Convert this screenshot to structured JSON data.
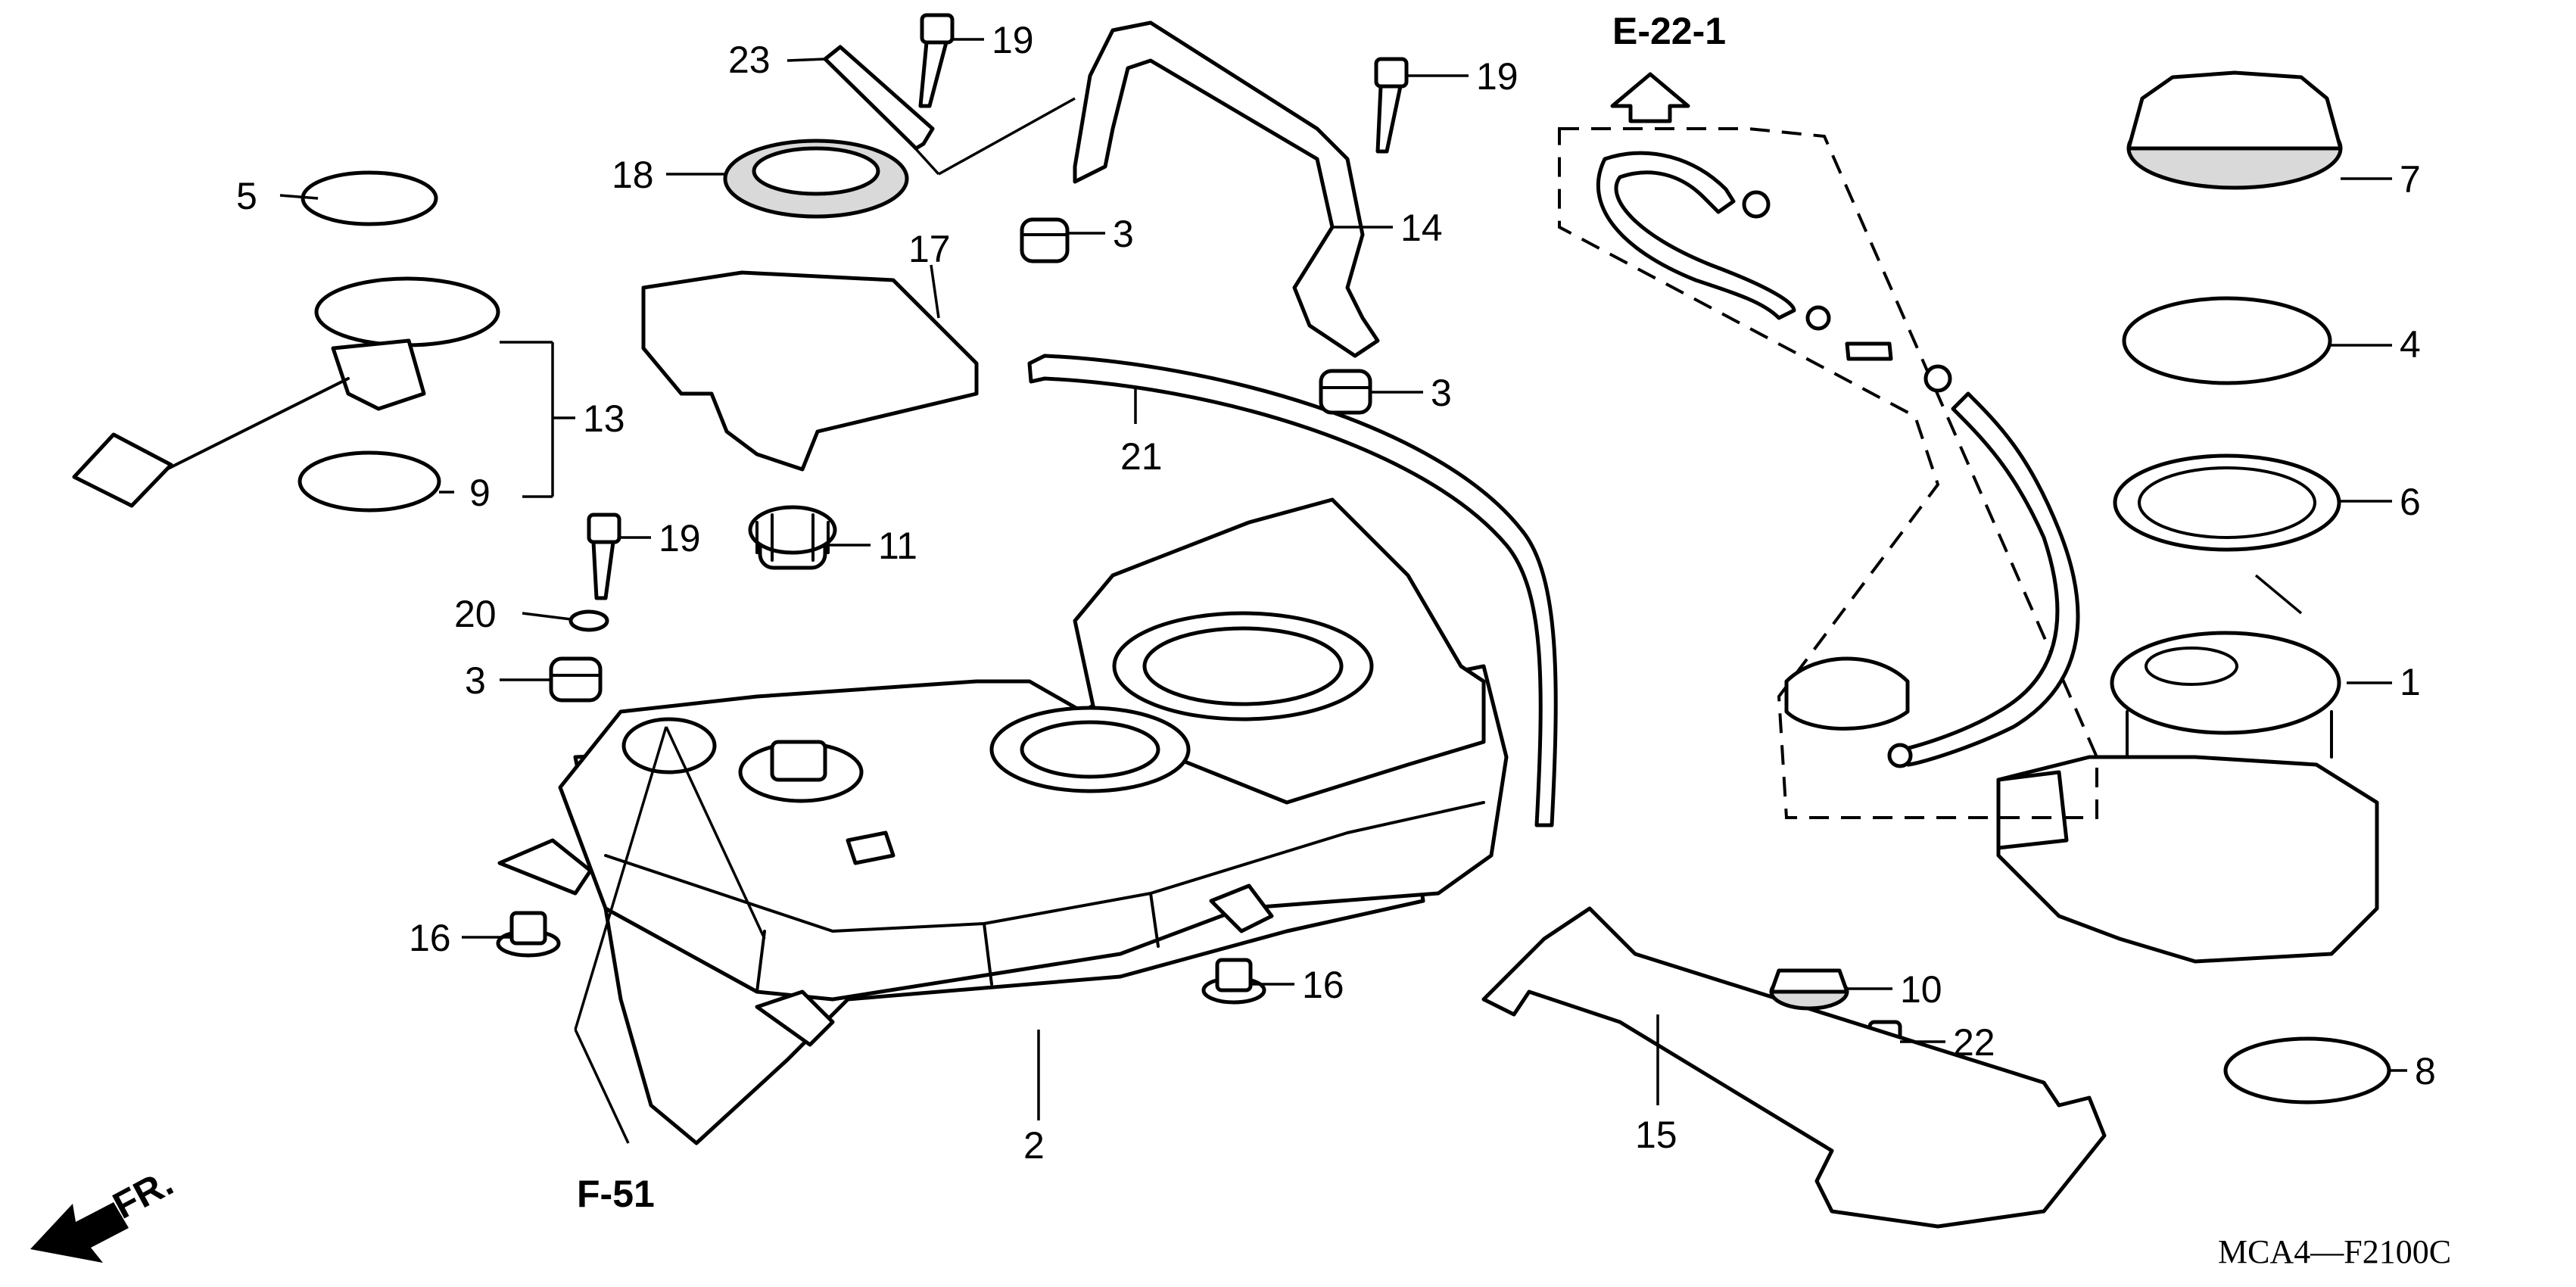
{
  "diagram": {
    "parts": [
      {
        "id": "p1",
        "label": "1"
      },
      {
        "id": "p2",
        "label": "2"
      },
      {
        "id": "p3a",
        "label": "3"
      },
      {
        "id": "p3b",
        "label": "3"
      },
      {
        "id": "p3c",
        "label": "3"
      },
      {
        "id": "p4",
        "label": "4"
      },
      {
        "id": "p5",
        "label": "5"
      },
      {
        "id": "p6",
        "label": "6"
      },
      {
        "id": "p7",
        "label": "7"
      },
      {
        "id": "p8",
        "label": "8"
      },
      {
        "id": "p9",
        "label": "9"
      },
      {
        "id": "p10",
        "label": "10"
      },
      {
        "id": "p11",
        "label": "11"
      },
      {
        "id": "p13",
        "label": "13"
      },
      {
        "id": "p14",
        "label": "14"
      },
      {
        "id": "p15",
        "label": "15"
      },
      {
        "id": "p16a",
        "label": "16"
      },
      {
        "id": "p16b",
        "label": "16"
      },
      {
        "id": "p17",
        "label": "17"
      },
      {
        "id": "p18",
        "label": "18"
      },
      {
        "id": "p19a",
        "label": "19"
      },
      {
        "id": "p19b",
        "label": "19"
      },
      {
        "id": "p19c",
        "label": "19"
      },
      {
        "id": "p20",
        "label": "20"
      },
      {
        "id": "p21",
        "label": "21"
      },
      {
        "id": "p22",
        "label": "22"
      },
      {
        "id": "p23",
        "label": "23"
      }
    ],
    "references": {
      "e22": "E-22-1",
      "f51": "F-51",
      "front": "FR."
    },
    "diagram_code": "MCA4—F2100C"
  }
}
